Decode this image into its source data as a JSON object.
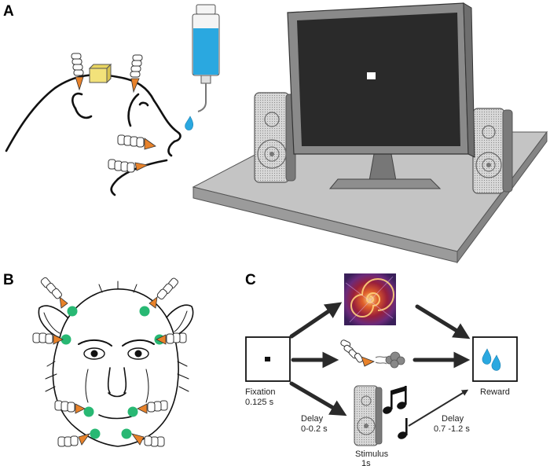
{
  "panels": {
    "a": "A",
    "b": "B",
    "c": "C"
  },
  "task": {
    "fixation": {
      "label": "Fixation",
      "time": "0.125 s"
    },
    "delay1": {
      "label": "Delay",
      "time": "0-0.2 s"
    },
    "stimulus": {
      "label": "Stimulus",
      "time": "1s"
    },
    "delay2": {
      "label": "Delay",
      "time": "0.7 -1.2 s"
    },
    "reward": {
      "label": "Reward"
    }
  },
  "colors": {
    "electrode": "#e8822a",
    "ground_green": "#28b873",
    "water": "#2aa8e0",
    "sensor_box": "#f2e27a",
    "screen": "#2a2a2a",
    "monitor_frame": "#8a8a8a",
    "table_top": "#b9b9b9"
  }
}
